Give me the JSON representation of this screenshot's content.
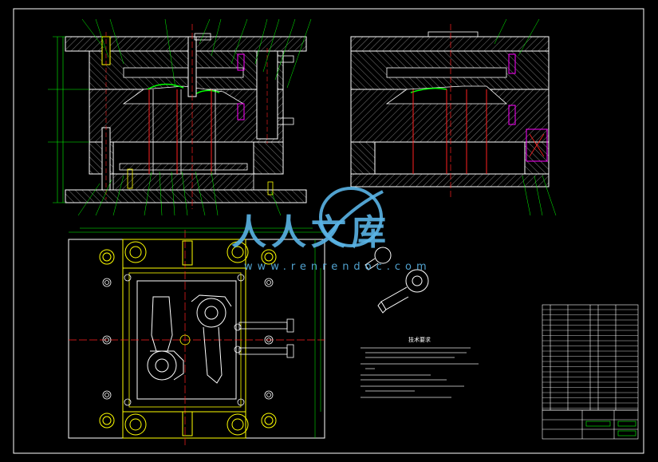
{
  "watermark": {
    "chinese": "人人文库",
    "url": "www.renrendoc.com"
  },
  "tech_requirements": {
    "title": "技术要求"
  },
  "colors": {
    "background": "#000000",
    "outline": "#ffffff",
    "red": "#ff2020",
    "yellow": "#ffff00",
    "green": "#00ff00",
    "cyan": "#00ffff",
    "magenta": "#ff00ff",
    "blue": "#4080ff",
    "watermark": "#5ab4e6"
  }
}
